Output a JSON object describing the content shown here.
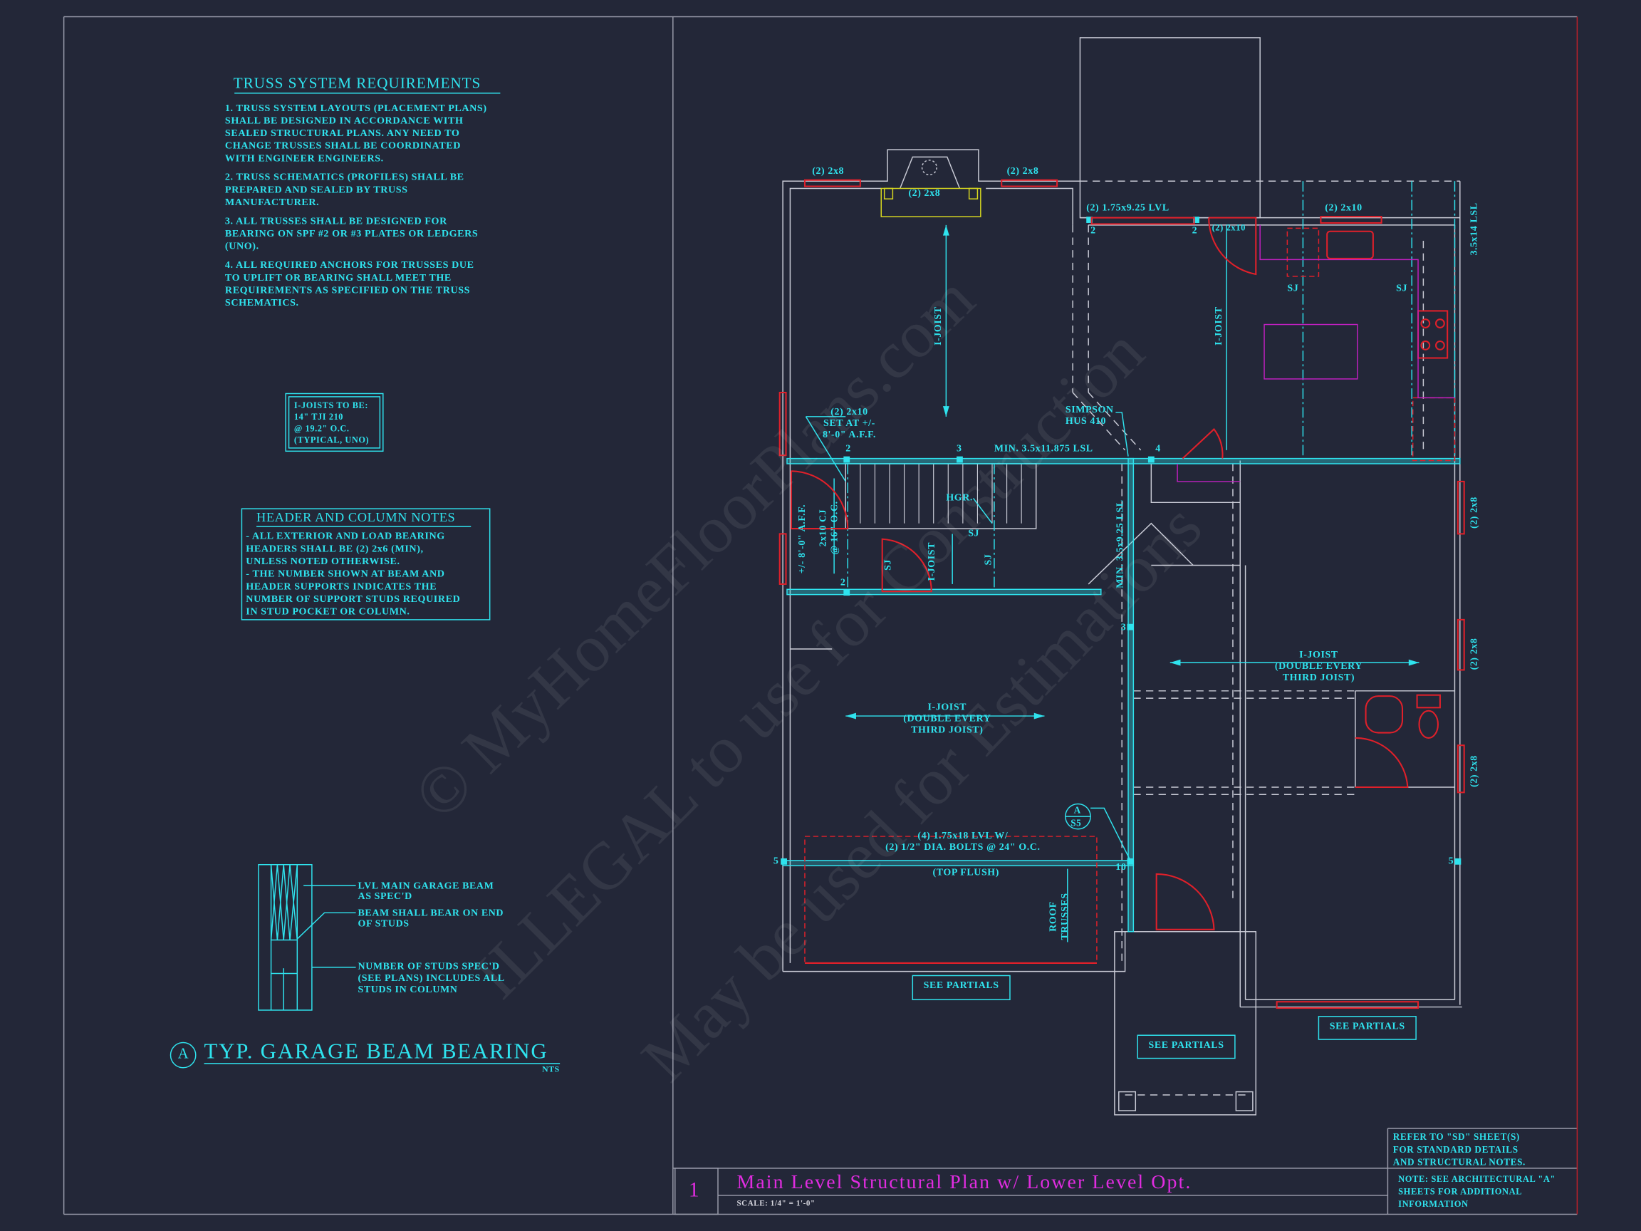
{
  "colors": {
    "background": "#232738",
    "annotation": "#2fe3ee",
    "header_beam": "#e0202a",
    "title": "#e02ce0",
    "wall": "#c9cbd6"
  },
  "watermark": {
    "line1": "© MyHomeFloorPlans.com",
    "line2": "ILLEGAL to use for Construction",
    "line3": "May be used for Estimations"
  },
  "truss_notes": {
    "title": "TRUSS SYSTEM REQUIREMENTS",
    "items": [
      "1. TRUSS SYSTEM LAYOUTS (PLACEMENT PLANS)\nSHALL BE DESIGNED IN ACCORDANCE WITH\nSEALED STRUCTURAL PLANS. ANY NEED TO\nCHANGE TRUSSES SHALL BE COORDINATED\nWITH ENGINEER ENGINEERS.",
      "2. TRUSS SCHEMATICS (PROFILES) SHALL BE\nPREPARED AND SEALED BY TRUSS\nMANUFACTURER.",
      "3. ALL TRUSSES SHALL BE DESIGNED FOR\nBEARING ON SPF #2 OR #3 PLATES OR LEDGERS\n(UNO).",
      "4. ALL REQUIRED ANCHORS FOR TRUSSES DUE\nTO UPLIFT OR BEARING SHALL MEET THE\nREQUIREMENTS AS SPECIFIED ON THE TRUSS\nSCHEMATICS."
    ]
  },
  "ijoist_box": "I-JOISTS TO BE:\n14\" TJI 210\n@ 19.2\" O.C.\n(TYPICAL, UNO)",
  "header_notes": {
    "title": "HEADER AND COLUMN NOTES",
    "body": "- ALL EXTERIOR AND LOAD BEARING\nHEADERS SHALL BE (2) 2x6 (MIN),\nUNLESS NOTED OTHERWISE.\n- THE NUMBER SHOWN AT BEAM AND\nHEADER SUPPORTS INDICATES THE\nNUMBER OF SUPPORT STUDS REQUIRED\nIN STUD POCKET OR COLUMN."
  },
  "detail": {
    "callouts": [
      "LVL MAIN GARAGE BEAM\nAS SPEC'D",
      "BEAM SHALL BEAR ON END\nOF STUDS",
      "NUMBER OF STUDS SPEC'D\n(SEE PLANS) INCLUDES ALL\nSTUDS IN COLUMN"
    ],
    "marker": "A",
    "title": "TYP. GARAGE BEAM BEARING",
    "scale": "NTS"
  },
  "plan": {
    "labels": {
      "hdr_2x8_a": "(2) 2x8",
      "hdr_2x8_b": "(2) 2x8",
      "hdr_2x8_fp": "(2) 2x8",
      "lvl_top": "(2) 1.75x9.25 LVL",
      "n2a": "2",
      "n2b": "2",
      "hdr_2x10_door": "(2) 2x10",
      "hdr_2x10_kitchen": "(2) 2x10",
      "lsl_right": "3.5x14 LSL",
      "sj1": "SJ",
      "sj2": "SJ",
      "ijoist_v1": "I-JOIST",
      "ijoist_v2": "I-JOIST",
      "simpson": "SIMPSON\nHUS 410",
      "set_at": "(2) 2x10\nSET AT +/-\n8'-0\" A.F.F.",
      "n2c": "2",
      "n3a": "3",
      "lsl_min": "MIN. 3.5x11.875 LSL",
      "n4": "4",
      "hgr": "HGR.",
      "aff_rot": "+/- 8'-0\" A.F.F.",
      "cj": "2x10 CJ\n@ 16\" O.C.",
      "sj3": "SJ",
      "ijoist_v3": "I-JOIST",
      "sj4": "SJ",
      "sj5": "SJ",
      "n2d": "2",
      "n2e": "2",
      "lsl_v": "MIN. 3.5x9.25 LSL",
      "hdr_2x8_r1": "(2) 2x8",
      "n3b": "3",
      "ijoist_right": "I-JOIST\n(DOUBLE EVERY\nTHIRD JOIST)",
      "hdr_2x8_r2": "(2) 2x8",
      "hdr_2x8_r3": "(2) 2x8",
      "ijoist_garage": "I-JOIST\n(DOUBLE EVERY\nTHIRD JOIST)",
      "sec_top": "A",
      "sec_bottom": "S5",
      "garage_beam": "(4) 1.75x18 LVL W/\n(2) 1/2\" DIA. BOLTS @ 24\" O.C.",
      "n5a": "5",
      "n10": "10",
      "n5b": "5",
      "top_flush": "(TOP FLUSH)",
      "roof_trusses": "ROOF\nTRUSSES",
      "partials": [
        "SEE PARTIALS",
        "SEE PARTIALS",
        "SEE PARTIALS"
      ]
    }
  },
  "title_block": {
    "number": "1",
    "title": "Main Level Structural Plan w/ Lower Level Opt.",
    "scale": "SCALE: 1/4\" = 1'-0\"",
    "refer_note": "REFER TO \"SD\" SHEET(S)\nFOR STANDARD DETAILS\nAND STRUCTURAL NOTES.",
    "arch_note": "NOTE: SEE ARCHITECTURAL \"A\"\nSHEETS FOR ADDITIONAL\nINFORMATION"
  }
}
